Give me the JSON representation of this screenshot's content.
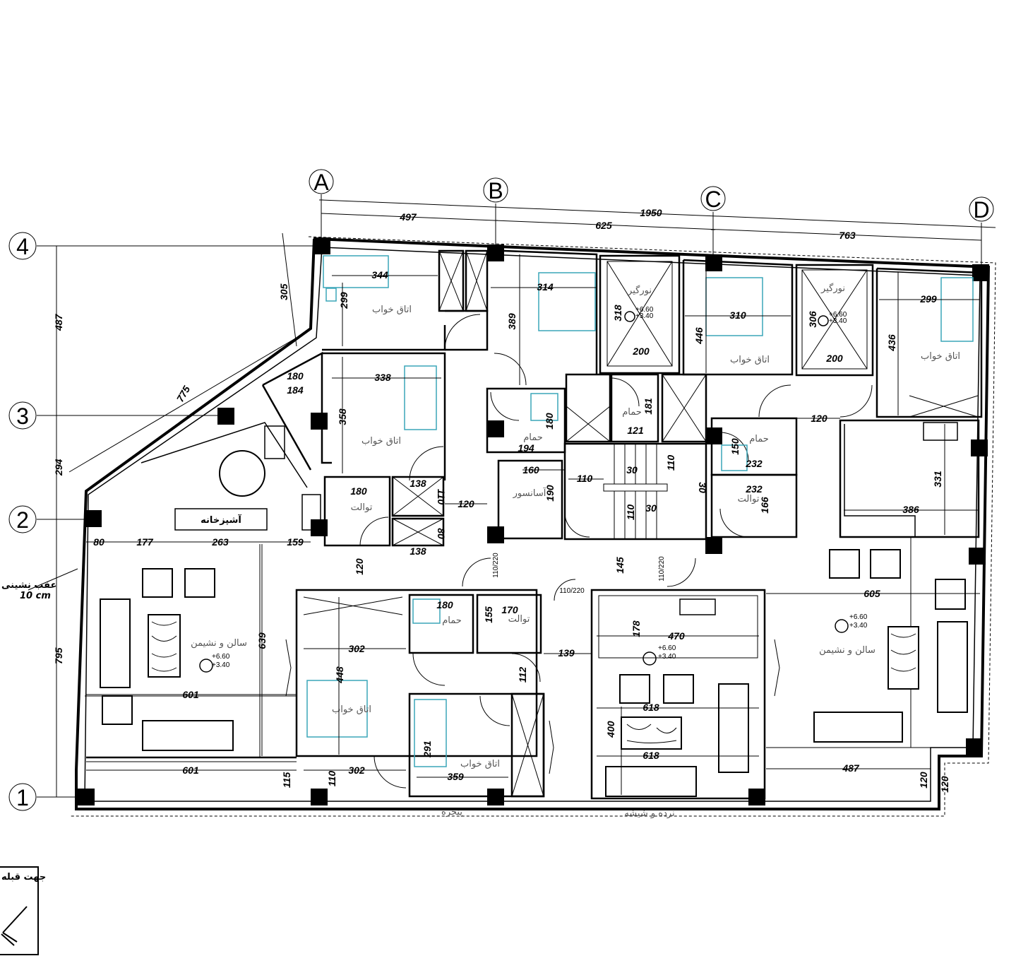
{
  "grid_axes": {
    "A": "A",
    "B": "B",
    "C": "C",
    "D": "D",
    "n1": "1",
    "n2": "2",
    "n3": "3",
    "n4": "4"
  },
  "dims_top": {
    "total": "1950",
    "ab": "497",
    "bc": "625",
    "cd": "763"
  },
  "dims_left": {
    "d487": "487",
    "d294": "294",
    "d795": "795",
    "d305": "305",
    "d775": "775"
  },
  "dims_inner": {
    "d344": "344",
    "d299a": "299",
    "d338": "338",
    "d358": "358",
    "d180a": "180",
    "d184": "184",
    "d314": "314",
    "d389": "389",
    "d318": "318",
    "d200a": "200",
    "d310": "310",
    "d446": "446",
    "d306": "306",
    "d200b": "200",
    "d299b": "299",
    "d436": "436",
    "d180b": "180",
    "d194": "194",
    "d181": "181",
    "d121": "121",
    "d120a": "120",
    "d150": "150",
    "d232a": "232",
    "d232b": "232",
    "d166": "166",
    "d331": "331",
    "d386": "386",
    "d138a": "138",
    "d110a": "110",
    "d180c": "180",
    "d120b": "120",
    "d160": "160",
    "d190": "190",
    "d110b": "110",
    "d30a": "30",
    "d30b": "30",
    "d30c": "30",
    "d110c": "110",
    "d110d": "110",
    "d138b": "138",
    "d80a": "80",
    "d80b": "80",
    "d177": "177",
    "d263": "263",
    "d159": "159",
    "d639": "639",
    "d601a": "601",
    "d601b": "601",
    "d115": "115",
    "d120c": "120",
    "d302a": "302",
    "d448": "448",
    "d302b": "302",
    "d110e": "110",
    "d180d": "180",
    "d155": "155",
    "d170": "170",
    "d139": "139",
    "d112": "112",
    "d291": "291",
    "d359": "359",
    "d145": "145",
    "d178": "178",
    "d470": "470",
    "d400": "400",
    "d618a": "618",
    "d618b": "618",
    "d605": "605",
    "d487b": "487",
    "d120d": "120",
    "d120e": "120"
  },
  "openings": {
    "o1": "110/220",
    "o2": "110/220",
    "o3": "110/220"
  },
  "rooms": {
    "bedroom": "اتاق خواب",
    "light_well": "نورگیر",
    "bathroom": "حمام",
    "toilet": "توالت",
    "kitchen": "آشپزخانه",
    "living": "سالن و نشیمن",
    "elevator": "آسانسور",
    "window": "پنجره",
    "railing": "نرده و شیشه"
  },
  "levels": {
    "upper": "+6.60",
    "lower": "+3.40"
  },
  "setback": {
    "line1": "عقب نشینی",
    "line2": "10 cm"
  },
  "qibla": {
    "label": "جهت قبله"
  },
  "colors": {
    "line": "#000000",
    "furniture": "#3aa6b9",
    "text": "#555555"
  }
}
